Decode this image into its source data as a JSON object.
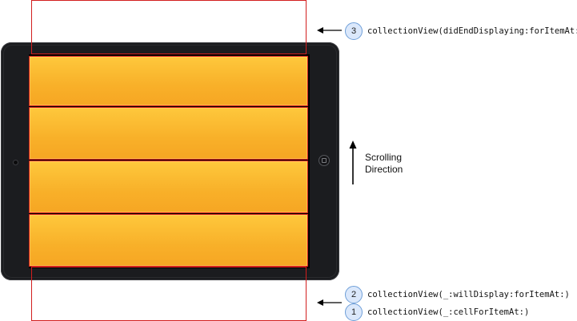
{
  "direction": {
    "line1": "Scrolling",
    "line2": "Direction"
  },
  "steps": [
    {
      "number": "3",
      "method": "collectionView(didEndDisplaying:forItemAt:)"
    },
    {
      "number": "2",
      "method": "collectionView(_:willDisplay:forItemAt:)"
    },
    {
      "number": "1",
      "method": "collectionView(_:cellForItemAt:)"
    }
  ],
  "colors": {
    "cell_top": "#fec83c",
    "cell_bottom": "#f6a623",
    "frame_red": "#d21e1e",
    "badge_fill": "#dbe8fb",
    "badge_stroke": "#6f9fd8",
    "device_body": "#1b1c1f"
  },
  "icons": [
    "arrow-left-icon",
    "arrow-up-icon",
    "home-button-icon",
    "camera-icon"
  ]
}
